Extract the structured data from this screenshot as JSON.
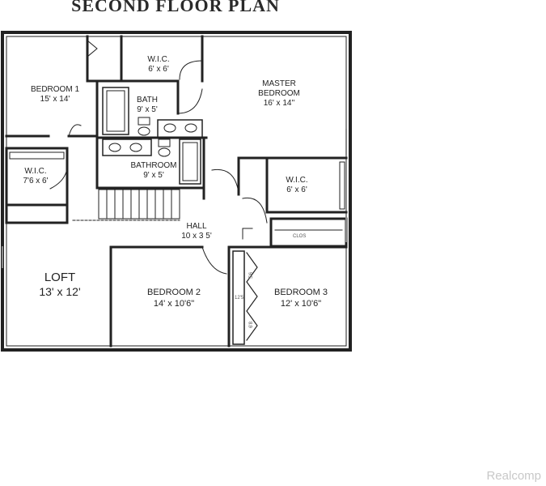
{
  "title": "SECOND FLOOR PLAN",
  "rooms": {
    "bedroom1": {
      "name": "BEDROOM 1",
      "dim": "15' x 14'"
    },
    "wic_top": {
      "name": "W.I.C.",
      "dim": "6' x 6'"
    },
    "bath": {
      "name": "BATH",
      "dim": "9' x 5'"
    },
    "master": {
      "name": "MASTER",
      "name2": "BEDROOM",
      "dim": "16' x 14''"
    },
    "wic_left": {
      "name": "W.I.C.",
      "dim": "7'6 x 6'"
    },
    "bathroom": {
      "name": "BATHROOM",
      "dim": "9' x 5'"
    },
    "wic_right": {
      "name": "W.I.C.",
      "dim": "6' x 6'"
    },
    "hall": {
      "name": "HALL",
      "dim": "10 x 3 5'"
    },
    "loft": {
      "name": "LOFT",
      "dim": "13' x 12'"
    },
    "bedroom2": {
      "name": "BEDROOM 2",
      "dim": "14' x 10'6\""
    },
    "bedroom3": {
      "name": "BEDROOM 3",
      "dim": "12' x 10'6\""
    }
  },
  "small_notes": {
    "closet": "CLOS",
    "dim_a": "5'6",
    "dim_b": "12'5",
    "dim_c": "6'8"
  },
  "watermark": "Realcomp"
}
